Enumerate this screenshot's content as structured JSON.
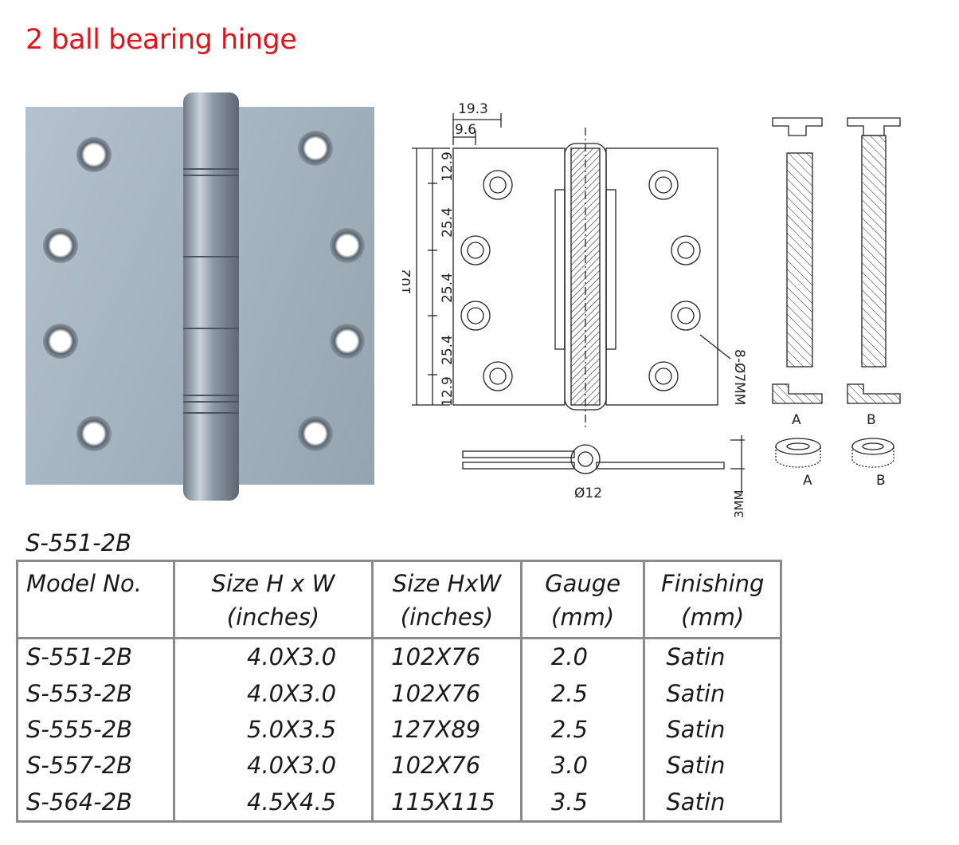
{
  "title": "2 ball bearing hinge",
  "model_caption": "S-551-2B",
  "drawing": {
    "dim_top_outer": "19.3",
    "dim_top_inner": "9.6",
    "dim_height": "102",
    "dim_seg_a": "12.9",
    "dim_seg_b": "25.4",
    "dim_seg_c": "25.4",
    "dim_seg_d": "25.4",
    "dim_seg_e": "12.9",
    "hole_note": "8-Ø7MM",
    "pin_diameter": "Ø12",
    "thickness": "3MM"
  },
  "pins": {
    "label_a": "A",
    "label_b": "B",
    "ring_label_a": "A",
    "ring_label_b": "B"
  },
  "table": {
    "headers": [
      {
        "line1": "Model No.",
        "line2": ""
      },
      {
        "line1": "Size H x W",
        "line2": "(inches)"
      },
      {
        "line1": "Size HxW",
        "line2": "(inches)"
      },
      {
        "line1": "Gauge",
        "line2": "(mm)"
      },
      {
        "line1": "Finishing",
        "line2": "(mm)"
      }
    ],
    "rows": [
      [
        "S-551-2B",
        "4.0X3.0",
        "102X76",
        "2.0",
        "Satin"
      ],
      [
        "S-553-2B",
        "4.0X3.0",
        "102X76",
        "2.5",
        "Satin"
      ],
      [
        "S-555-2B",
        "5.0X3.5",
        "127X89",
        "2.5",
        "Satin"
      ],
      [
        "S-557-2B",
        "4.0X3.0",
        "102X76",
        "3.0",
        "Satin"
      ],
      [
        "S-564-2B",
        "4.5X4.5",
        "115X115",
        "3.5",
        "Satin"
      ]
    ]
  },
  "colors": {
    "title": "#e2141b",
    "plate": "#a9b7c3",
    "table_border": "#8a8a8a"
  }
}
